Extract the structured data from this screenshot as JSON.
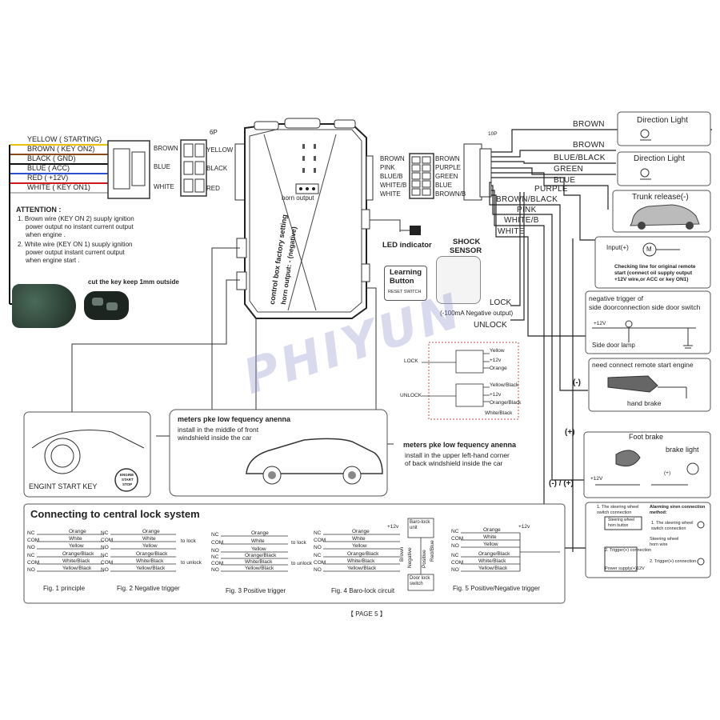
{
  "left_harness": {
    "wires": [
      {
        "label": "YELLOW ( STARTING)",
        "color": "#e6c200"
      },
      {
        "label": "BROWN ( KEY ON2)",
        "color": "#8b4a1c"
      },
      {
        "label": "BLACK ( GND)",
        "color": "#111111"
      },
      {
        "label": "BLUE  ( ACC)",
        "color": "#2a4fd0"
      },
      {
        "label": "RED  ( +12V)",
        "color": "#d01818"
      },
      {
        "label": "WHITE ( KEY ON1)",
        "color": "#cfcfcf"
      }
    ]
  },
  "connector_6p": {
    "pin_label": "6P",
    "left": [
      "BROWN",
      "BLUE",
      "WHITE"
    ],
    "right": [
      "YELLOW",
      "BLACK",
      "RED"
    ]
  },
  "attention": {
    "title": "ATTENTION :",
    "lines": [
      "1. Brown wire (KEY ON 2) suuply ignition",
      "power output no instant current output",
      "when engine .",
      "2. White wire (KEY ON 1) suuply ignition",
      "power output  instant current output",
      "when engine start ."
    ]
  },
  "key_note": "cut the key keep 1mm outside",
  "control_box": {
    "horn_output": "horn output",
    "factory_line1": "control box factory setting",
    "factory_line2": "horn output: - (negative)"
  },
  "connector_10p": {
    "left": [
      "BROWN",
      "PINK",
      "BLUE/B",
      "WHITE/B",
      "WHITE"
    ],
    "right": [
      "BROWN",
      "PURPLE",
      "GREEN",
      "BLUE",
      "BROWN/B"
    ],
    "pin_label": "10P"
  },
  "led_indicator": "LED indicator",
  "learning_button": {
    "line1": "Learning",
    "line2": "Button",
    "reset": "RESET SWITCH"
  },
  "shock_sensor": {
    "line1": "SHOCK",
    "line2": "SENSOR"
  },
  "right_wires": [
    "BROWN",
    "BROWN",
    "BLUE/BLACK",
    "GREEN",
    "BLUE",
    "PURPLE",
    "BROWN/BLACK",
    "PINK",
    "WHITE/B",
    "WHITE"
  ],
  "direction_light": "Direction Light",
  "trunk_release": "Trunk release(-)",
  "input_motor": {
    "label": "Input(+)",
    "motor": "M",
    "note1": "Checking line for original remote",
    "note2": "start (connect oil supply output",
    "note3": "+12V wire,or ACC or key ON1)"
  },
  "side_door": {
    "title1": "negative trigger of",
    "title2": "side doorconnection  side door switch",
    "v12": "+12V",
    "lamp": "Side door lamp"
  },
  "hand_brake": {
    "title": "need connect remote start engine",
    "label": "hand brake",
    "sign": "(-)"
  },
  "foot_brake": {
    "title": "Foot brake",
    "brake_light": "brake light",
    "v12": "+12V",
    "sign_plus": "(+)",
    "sign_plus2": "(+)",
    "sign_pm": "(-) / (+)"
  },
  "lock": {
    "lock": "LOCK",
    "neg": "(-100mA Negative output)",
    "unlock": "UNLOCK"
  },
  "relay_box": {
    "lock": "LOCK",
    "unlock": "UNLOCK",
    "yellow": "Yellow",
    "v12": "+12v",
    "orange": "Orange",
    "yellow_black": "Yellow/Black",
    "orange_black": "Orange/Black",
    "white_black": "White/Black"
  },
  "engine_start": "ENGINT START KEY",
  "start_button": {
    "l1": "ENGINE",
    "l2": "START",
    "l3": "STOP"
  },
  "antenna1": {
    "title": "meters pke low fequency anenna",
    "l1": "install in  the  middle of front",
    "l2": "windshield inside the car"
  },
  "antenna2": {
    "title": "meters pke low fequency anenna",
    "l1": "install in the  upper left-hand corner",
    "l2": "of back windshield inside the car"
  },
  "watermark": "PHIYUN",
  "alarm_siren": {
    "n1": "1. The steering wheel",
    "n1b": "switch connection",
    "title1": "Alarming siren connection",
    "title2": "method:",
    "box1": "Steering wheel",
    "box2": "horn button",
    "o1": "1. The steering wheel",
    "o1b": "switch connection",
    "o2": "Steering wheel",
    "o2b": "horn wire",
    "n2": "2. Trigger(+) connection",
    "ps": "Power supply(+)12V",
    "o3": "2. Trigger(+) connection"
  },
  "central_lock": {
    "title": "Connecting to central lock system",
    "fig1": "Fig. 1  principle",
    "fig2": "Fig. 2  Negative trigger",
    "fig3": "Fig. 3  Positive trigger",
    "fig4": "Fig. 4  Baro-lock circuit",
    "fig5": "Fig. 5  Positive/Negative trigger",
    "pins": [
      "NC",
      "COM",
      "NO",
      "NC",
      "COM",
      "NO"
    ],
    "wires": [
      "Orange",
      "White",
      "Yellow",
      "Orange/Black",
      "White/Black",
      "Yellow/Black"
    ],
    "to_lock": "to lock",
    "to_unlock": "to unlock",
    "v12": "+12v",
    "baro_box": "Baro-lock unit",
    "door_box": "Door lock switch",
    "baro_cols": [
      "Brown",
      "Negative",
      "Positive",
      "Red/Blue"
    ]
  },
  "page": "【 PAGE 5 】"
}
